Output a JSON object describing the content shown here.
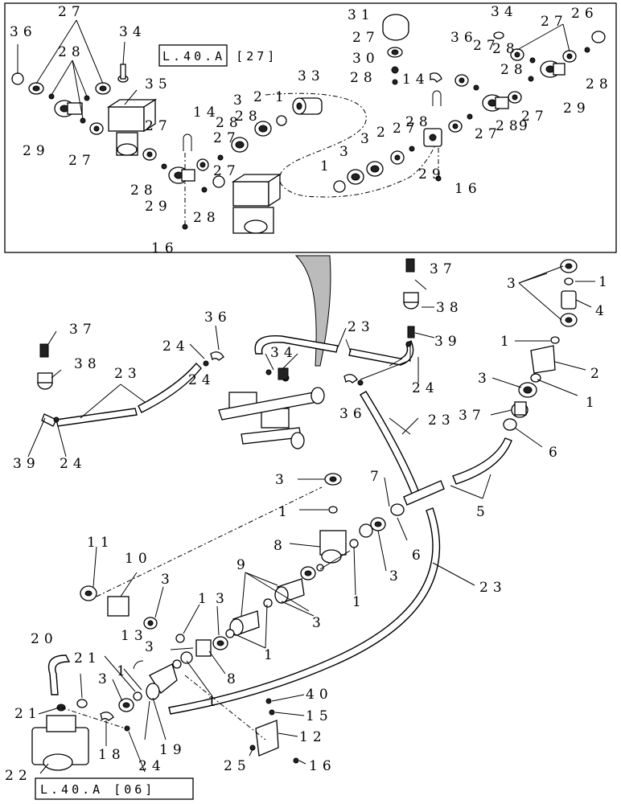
{
  "references": {
    "top": "L.40.A [27]",
    "bottom": "L.40.A [06]"
  },
  "callouts": {
    "c1": "1",
    "c2": "2",
    "c3": "3",
    "c4": "4",
    "c5": "5",
    "c6": "6",
    "c7": "7",
    "c8": "8",
    "c9": "9",
    "c10": "10",
    "c11": "11",
    "c12": "12",
    "c13": "13",
    "c14": "14",
    "c15": "15",
    "c16": "16",
    "c18": "18",
    "c19": "19",
    "c20": "20",
    "c21": "21",
    "c22": "22",
    "c23": "23",
    "c24": "24",
    "c25": "25",
    "c26": "26",
    "c27": "27",
    "c28": "28",
    "c29": "29",
    "c30": "30",
    "c31": "31",
    "c33": "33",
    "c34": "34",
    "c35": "35",
    "c36": "36",
    "c37": "37",
    "c38": "38",
    "c39": "39",
    "c40": "40",
    "c37_7": "37"
  },
  "colors": {
    "ink": "#000000",
    "paper": "#ffffff",
    "shade": "#bbbbbb"
  }
}
